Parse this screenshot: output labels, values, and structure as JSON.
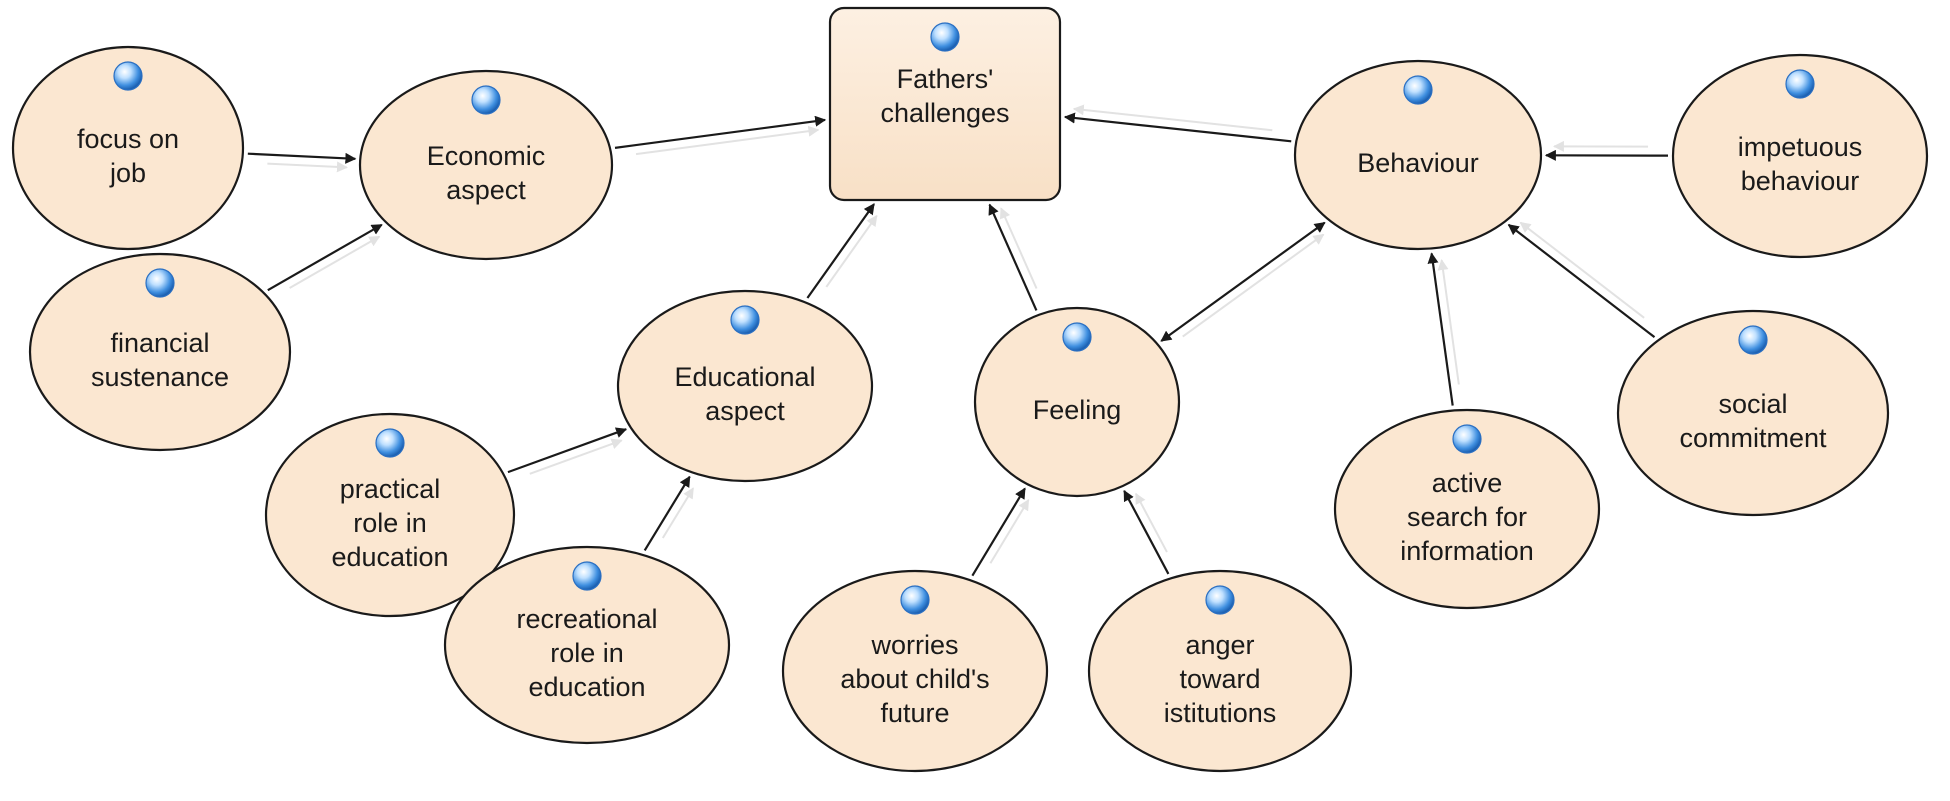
{
  "diagram": {
    "colors": {
      "node_fill": "#fbe7d1",
      "node_stroke": "#1a1a1a",
      "edge": "#1a1a1a",
      "edge_shadow": "#e2e2e2",
      "dot": "#5aa0e8"
    },
    "nodes": [
      {
        "id": "fathers-challenges",
        "shape": "rect",
        "lines": [
          "Fathers'",
          "challenges"
        ]
      },
      {
        "id": "economic-aspect",
        "shape": "ellipse",
        "lines": [
          "Economic",
          "aspect"
        ]
      },
      {
        "id": "focus-on-job",
        "shape": "ellipse",
        "lines": [
          "focus on",
          "job"
        ]
      },
      {
        "id": "financial-sustenance",
        "shape": "ellipse",
        "lines": [
          "financial",
          "sustenance"
        ]
      },
      {
        "id": "educational-aspect",
        "shape": "ellipse",
        "lines": [
          "Educational",
          "aspect"
        ]
      },
      {
        "id": "practical-role",
        "shape": "ellipse",
        "lines": [
          "practical",
          "role in",
          "education"
        ]
      },
      {
        "id": "recreational-role",
        "shape": "ellipse",
        "lines": [
          "recreational",
          "role in",
          "education"
        ]
      },
      {
        "id": "feeling",
        "shape": "ellipse",
        "lines": [
          "Feeling"
        ]
      },
      {
        "id": "worries",
        "shape": "ellipse",
        "lines": [
          "worries",
          "about child's",
          "future"
        ]
      },
      {
        "id": "anger",
        "shape": "ellipse",
        "lines": [
          "anger",
          "toward",
          "istitutions"
        ]
      },
      {
        "id": "behaviour",
        "shape": "ellipse",
        "lines": [
          "Behaviour"
        ]
      },
      {
        "id": "impetuous-behaviour",
        "shape": "ellipse",
        "lines": [
          "impetuous",
          "behaviour"
        ]
      },
      {
        "id": "active-search",
        "shape": "ellipse",
        "lines": [
          "active",
          "search for",
          "information"
        ]
      },
      {
        "id": "social-commitment",
        "shape": "ellipse",
        "lines": [
          "social",
          "commitment"
        ]
      }
    ],
    "edges": [
      {
        "from": "focus-on-job",
        "to": "economic-aspect",
        "direction": "forward"
      },
      {
        "from": "financial-sustenance",
        "to": "economic-aspect",
        "direction": "forward"
      },
      {
        "from": "economic-aspect",
        "to": "fathers-challenges",
        "direction": "forward"
      },
      {
        "from": "practical-role",
        "to": "educational-aspect",
        "direction": "forward"
      },
      {
        "from": "recreational-role",
        "to": "educational-aspect",
        "direction": "forward"
      },
      {
        "from": "educational-aspect",
        "to": "fathers-challenges",
        "direction": "forward"
      },
      {
        "from": "feeling",
        "to": "fathers-challenges",
        "direction": "forward"
      },
      {
        "from": "behaviour",
        "to": "fathers-challenges",
        "direction": "forward"
      },
      {
        "from": "worries",
        "to": "feeling",
        "direction": "forward"
      },
      {
        "from": "anger",
        "to": "feeling",
        "direction": "forward"
      },
      {
        "from": "impetuous-behaviour",
        "to": "behaviour",
        "direction": "forward"
      },
      {
        "from": "active-search",
        "to": "behaviour",
        "direction": "forward"
      },
      {
        "from": "social-commitment",
        "to": "behaviour",
        "direction": "forward"
      },
      {
        "from": "feeling",
        "to": "behaviour",
        "direction": "both"
      }
    ]
  }
}
